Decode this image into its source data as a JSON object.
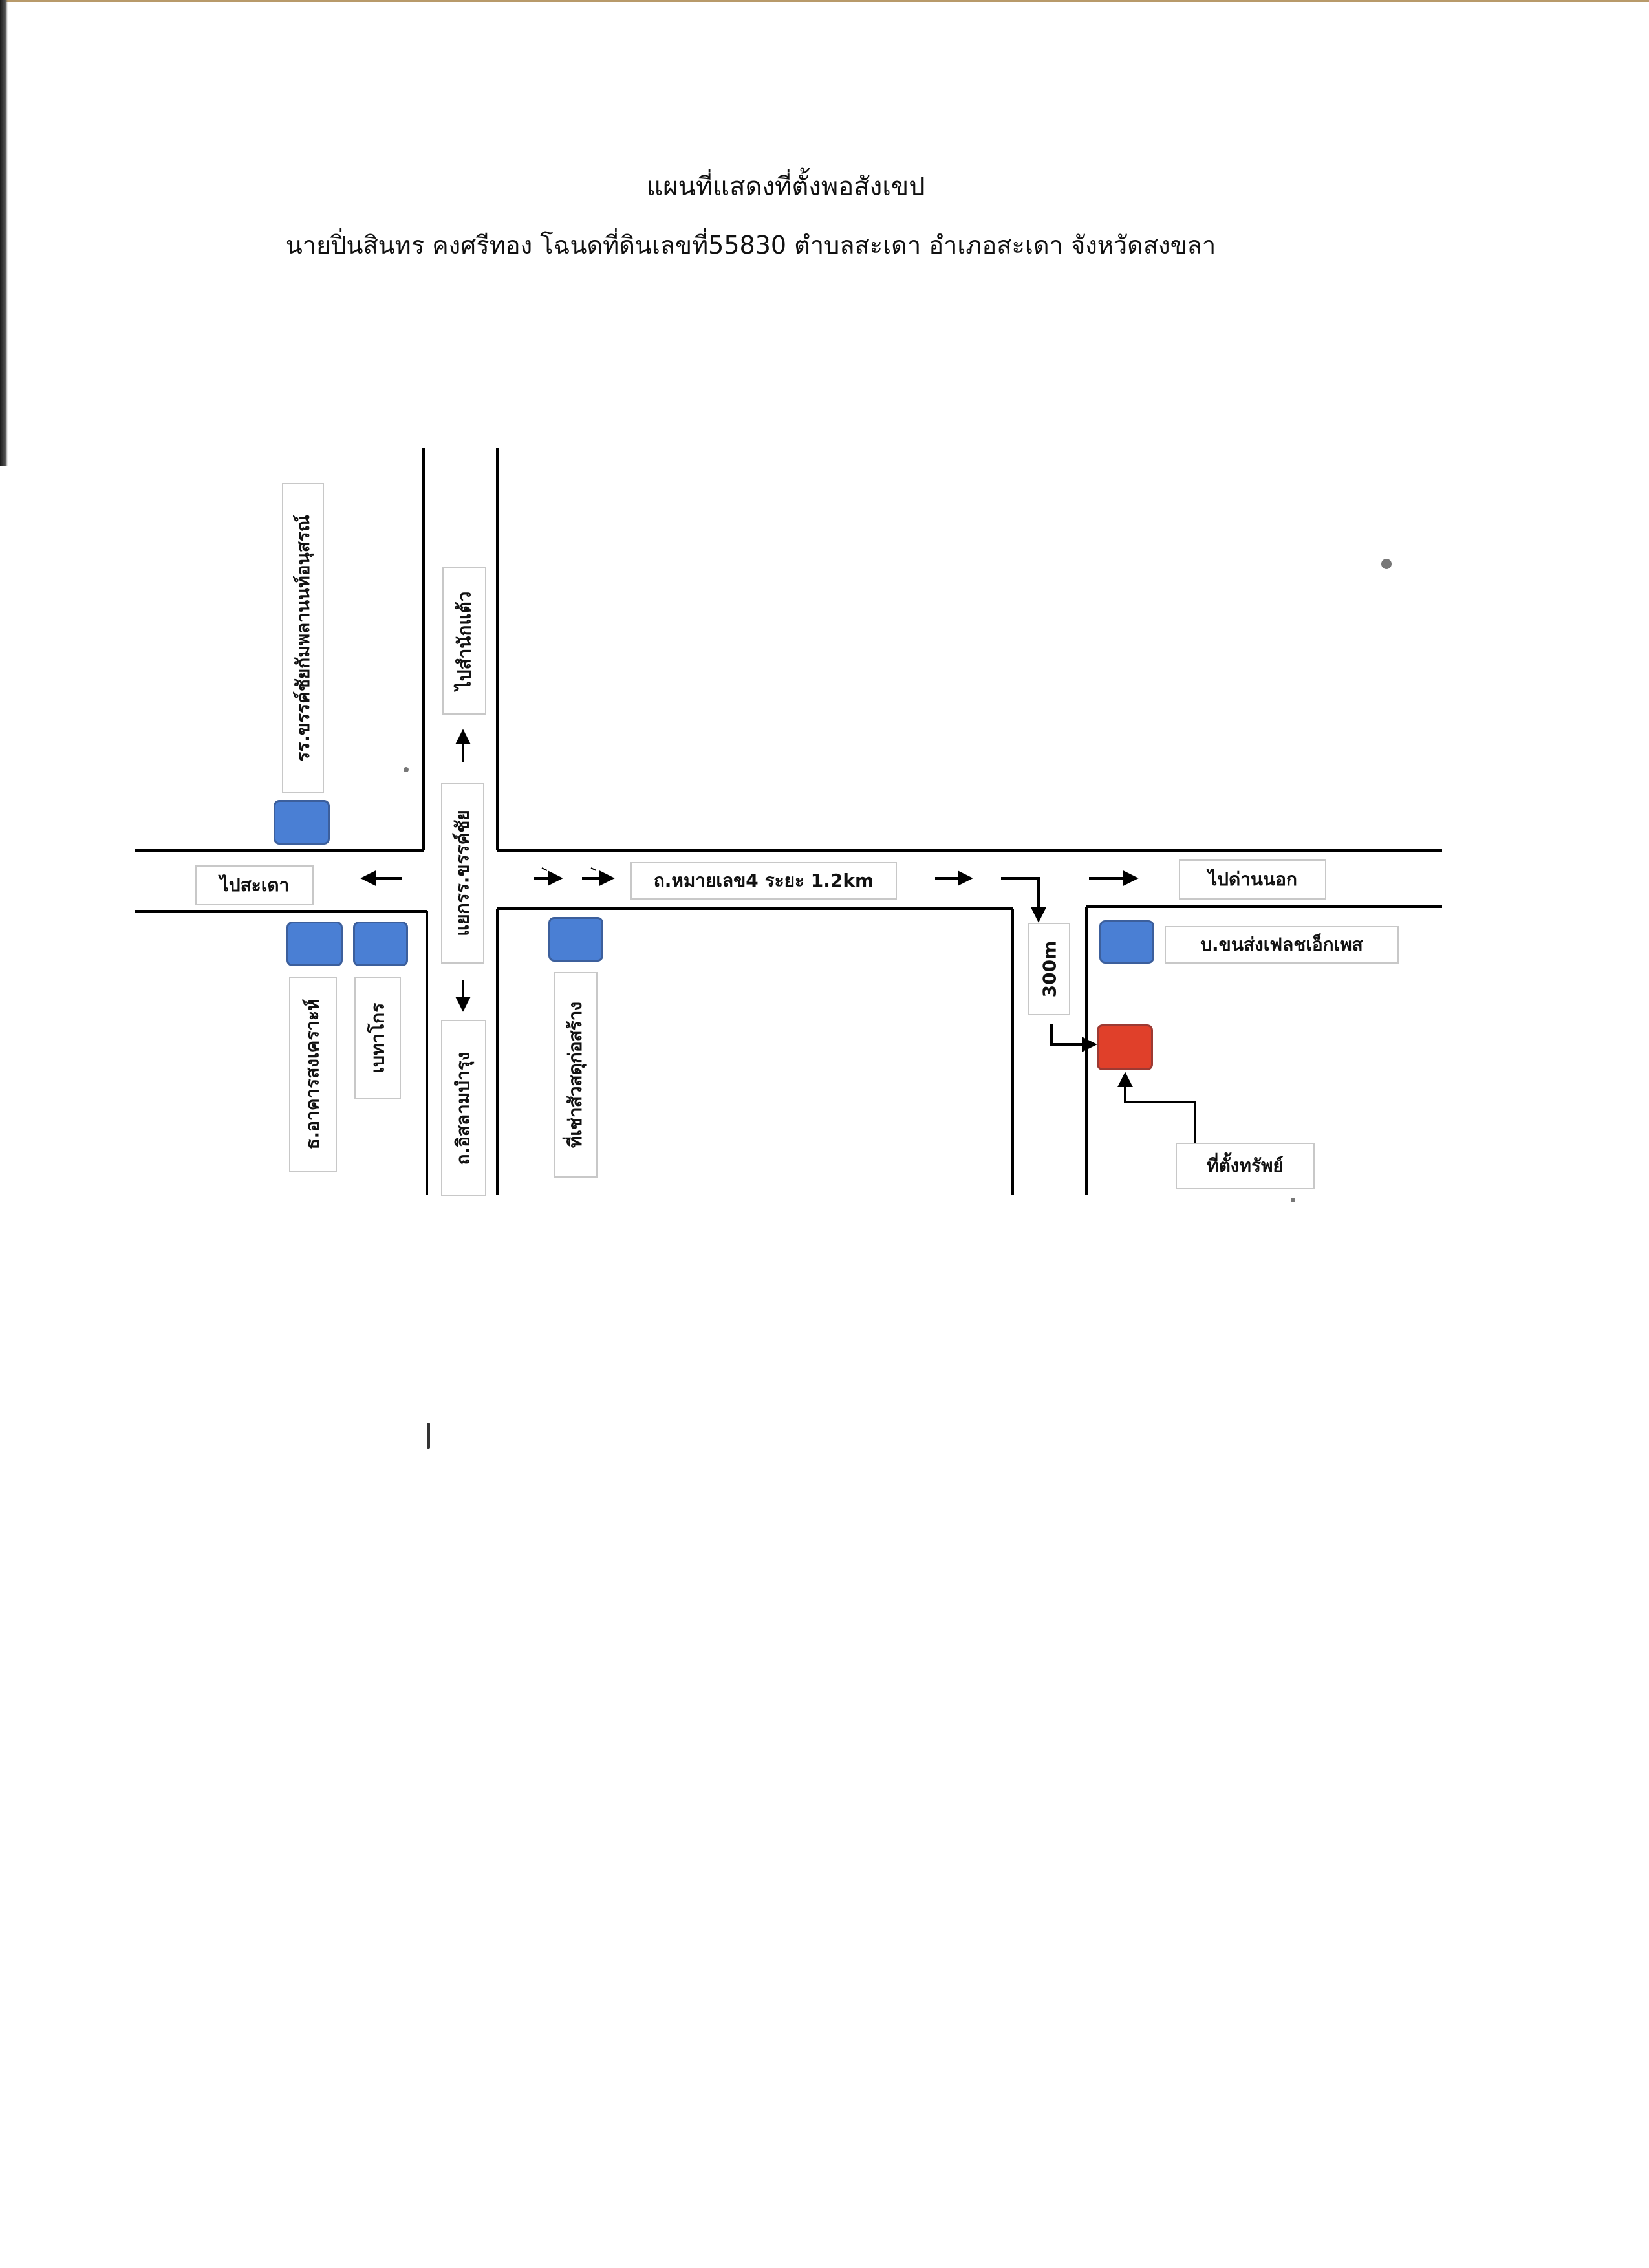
{
  "title": "แผนที่แสดงที่ตั้งพอสังเขป",
  "subtitle": "นายปิ่นสินทร คงศรีทอง โฉนดที่ดินเลขที่55830 ตำบลสะเดา อำเภอสะเดา จังหวัดสงขลา",
  "map": {
    "labels": {
      "school": "รร.ขรรค์ชัยกัมพลานนท์อนุสรณ์",
      "to_samnak_taeo": "ไปสำนักแต้ว",
      "junction": "แยกรร.ขรรค์ชัย",
      "to_sadao": "ไปสะเดา",
      "highway": "ถ.หมายเลข4 ระยะ 1.2km",
      "to_dan_nok": "ไปด่านนอก",
      "side_road_distance": "300m",
      "flash_express": "บ.ขนส่งเฟลชเอ็กเพส",
      "property_location": "ที่ตั้งทรัพย์",
      "bank": "ธ.อาคารสงเคราะห์",
      "betagro": "เบทาโกร",
      "islam_bamrung_road": "ถ.อิสลามบำรุง",
      "material_shop": "ที่เช่าสัวสดุก่อสร้าง"
    },
    "colors": {
      "landmark": "#4a7fd4",
      "landmark_border": "#3c5f9c",
      "property": "#e0402a",
      "property_border": "#9c3a33",
      "road": "#000000"
    },
    "icons": {
      "landmark": "blue-square-marker",
      "property": "red-square-marker",
      "arrow": "direction-arrow"
    }
  }
}
